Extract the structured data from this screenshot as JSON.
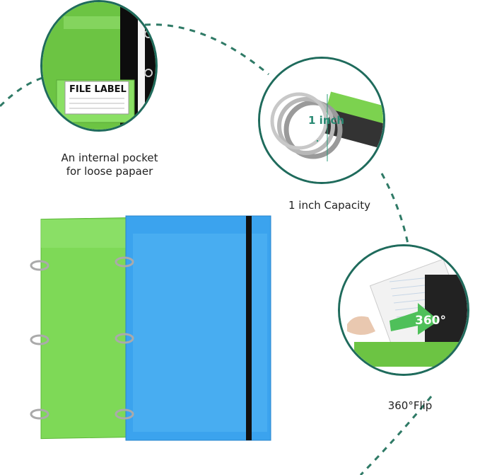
{
  "captions": {
    "pocket": "An internal pocket\nfor loose papaer",
    "capacity": "1 inch Capacity",
    "flip": "360°Flip"
  },
  "badges": {
    "file_label": "FILE LABEL",
    "ring_size": "1 inch",
    "flip_angle": "360°"
  },
  "colors": {
    "accent_circle": "#1f6b5c",
    "green_folder": "#7ed957",
    "blue_folder": "#3ba3ee"
  }
}
